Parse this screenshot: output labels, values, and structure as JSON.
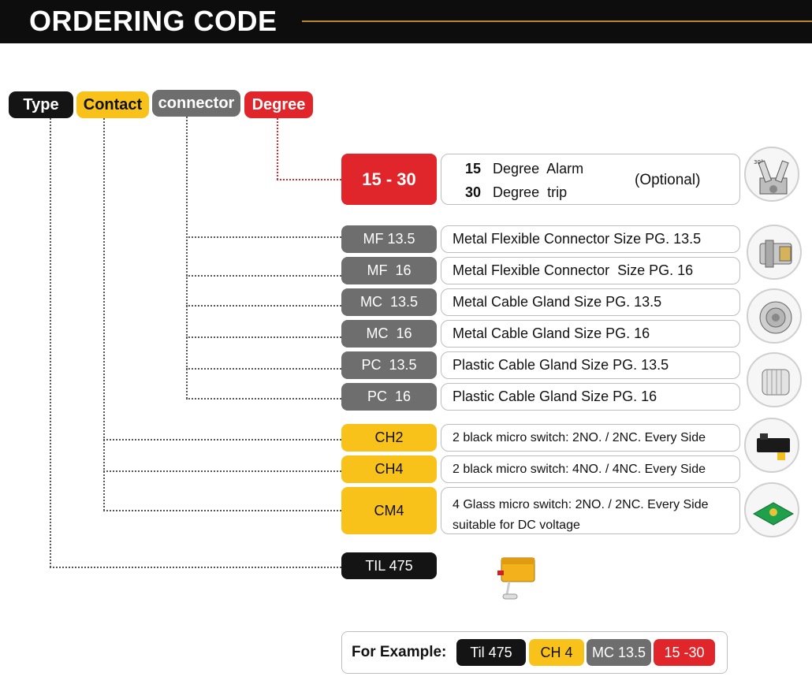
{
  "title": "ORDERING CODE",
  "headers": {
    "type": "Type",
    "contact": "Contact",
    "connector": "connector",
    "degree": "Degree"
  },
  "degree": {
    "code": "15 - 30",
    "line1_num": "15",
    "line1_text": "Degree  Alarm",
    "line2_num": "30",
    "line2_text": "Degree  trip",
    "optional": "(Optional)"
  },
  "connectors": [
    {
      "code": "MF 13.5",
      "desc": "Metal Flexible Connector Size PG. 13.5"
    },
    {
      "code": "MF  16",
      "desc": "Metal Flexible Connector  Size PG. 16"
    },
    {
      "code": "MC  13.5",
      "desc": "Metal Cable Gland Size PG. 13.5"
    },
    {
      "code": "MC  16",
      "desc": "Metal Cable Gland Size PG. 16"
    },
    {
      "code": "PC  13.5",
      "desc": "Plastic Cable Gland Size PG. 13.5"
    },
    {
      "code": "PC  16",
      "desc": "Plastic Cable Gland Size PG. 16"
    }
  ],
  "contacts": [
    {
      "code": "CH2",
      "desc": "2 black micro switch: 2NO. / 2NC. Every Side"
    },
    {
      "code": "CH4",
      "desc": "2 black micro switch: 4NO. / 4NC. Every Side"
    },
    {
      "code": "CM4",
      "desc1": "4 Glass micro switch: 2NO. / 2NC. Every Side",
      "desc2": "suitable for DC voltage"
    }
  ],
  "type": {
    "code": "TIL 475"
  },
  "example": {
    "label": "For Example:",
    "items": [
      "Til 475",
      "CH 4",
      "MC 13.5",
      "15 -30"
    ]
  },
  "colors": {
    "black": "#141414",
    "yellow": "#f9c21b",
    "gray": "#6e6e6e",
    "red": "#e0262a",
    "gold_line": "#b8892e"
  }
}
